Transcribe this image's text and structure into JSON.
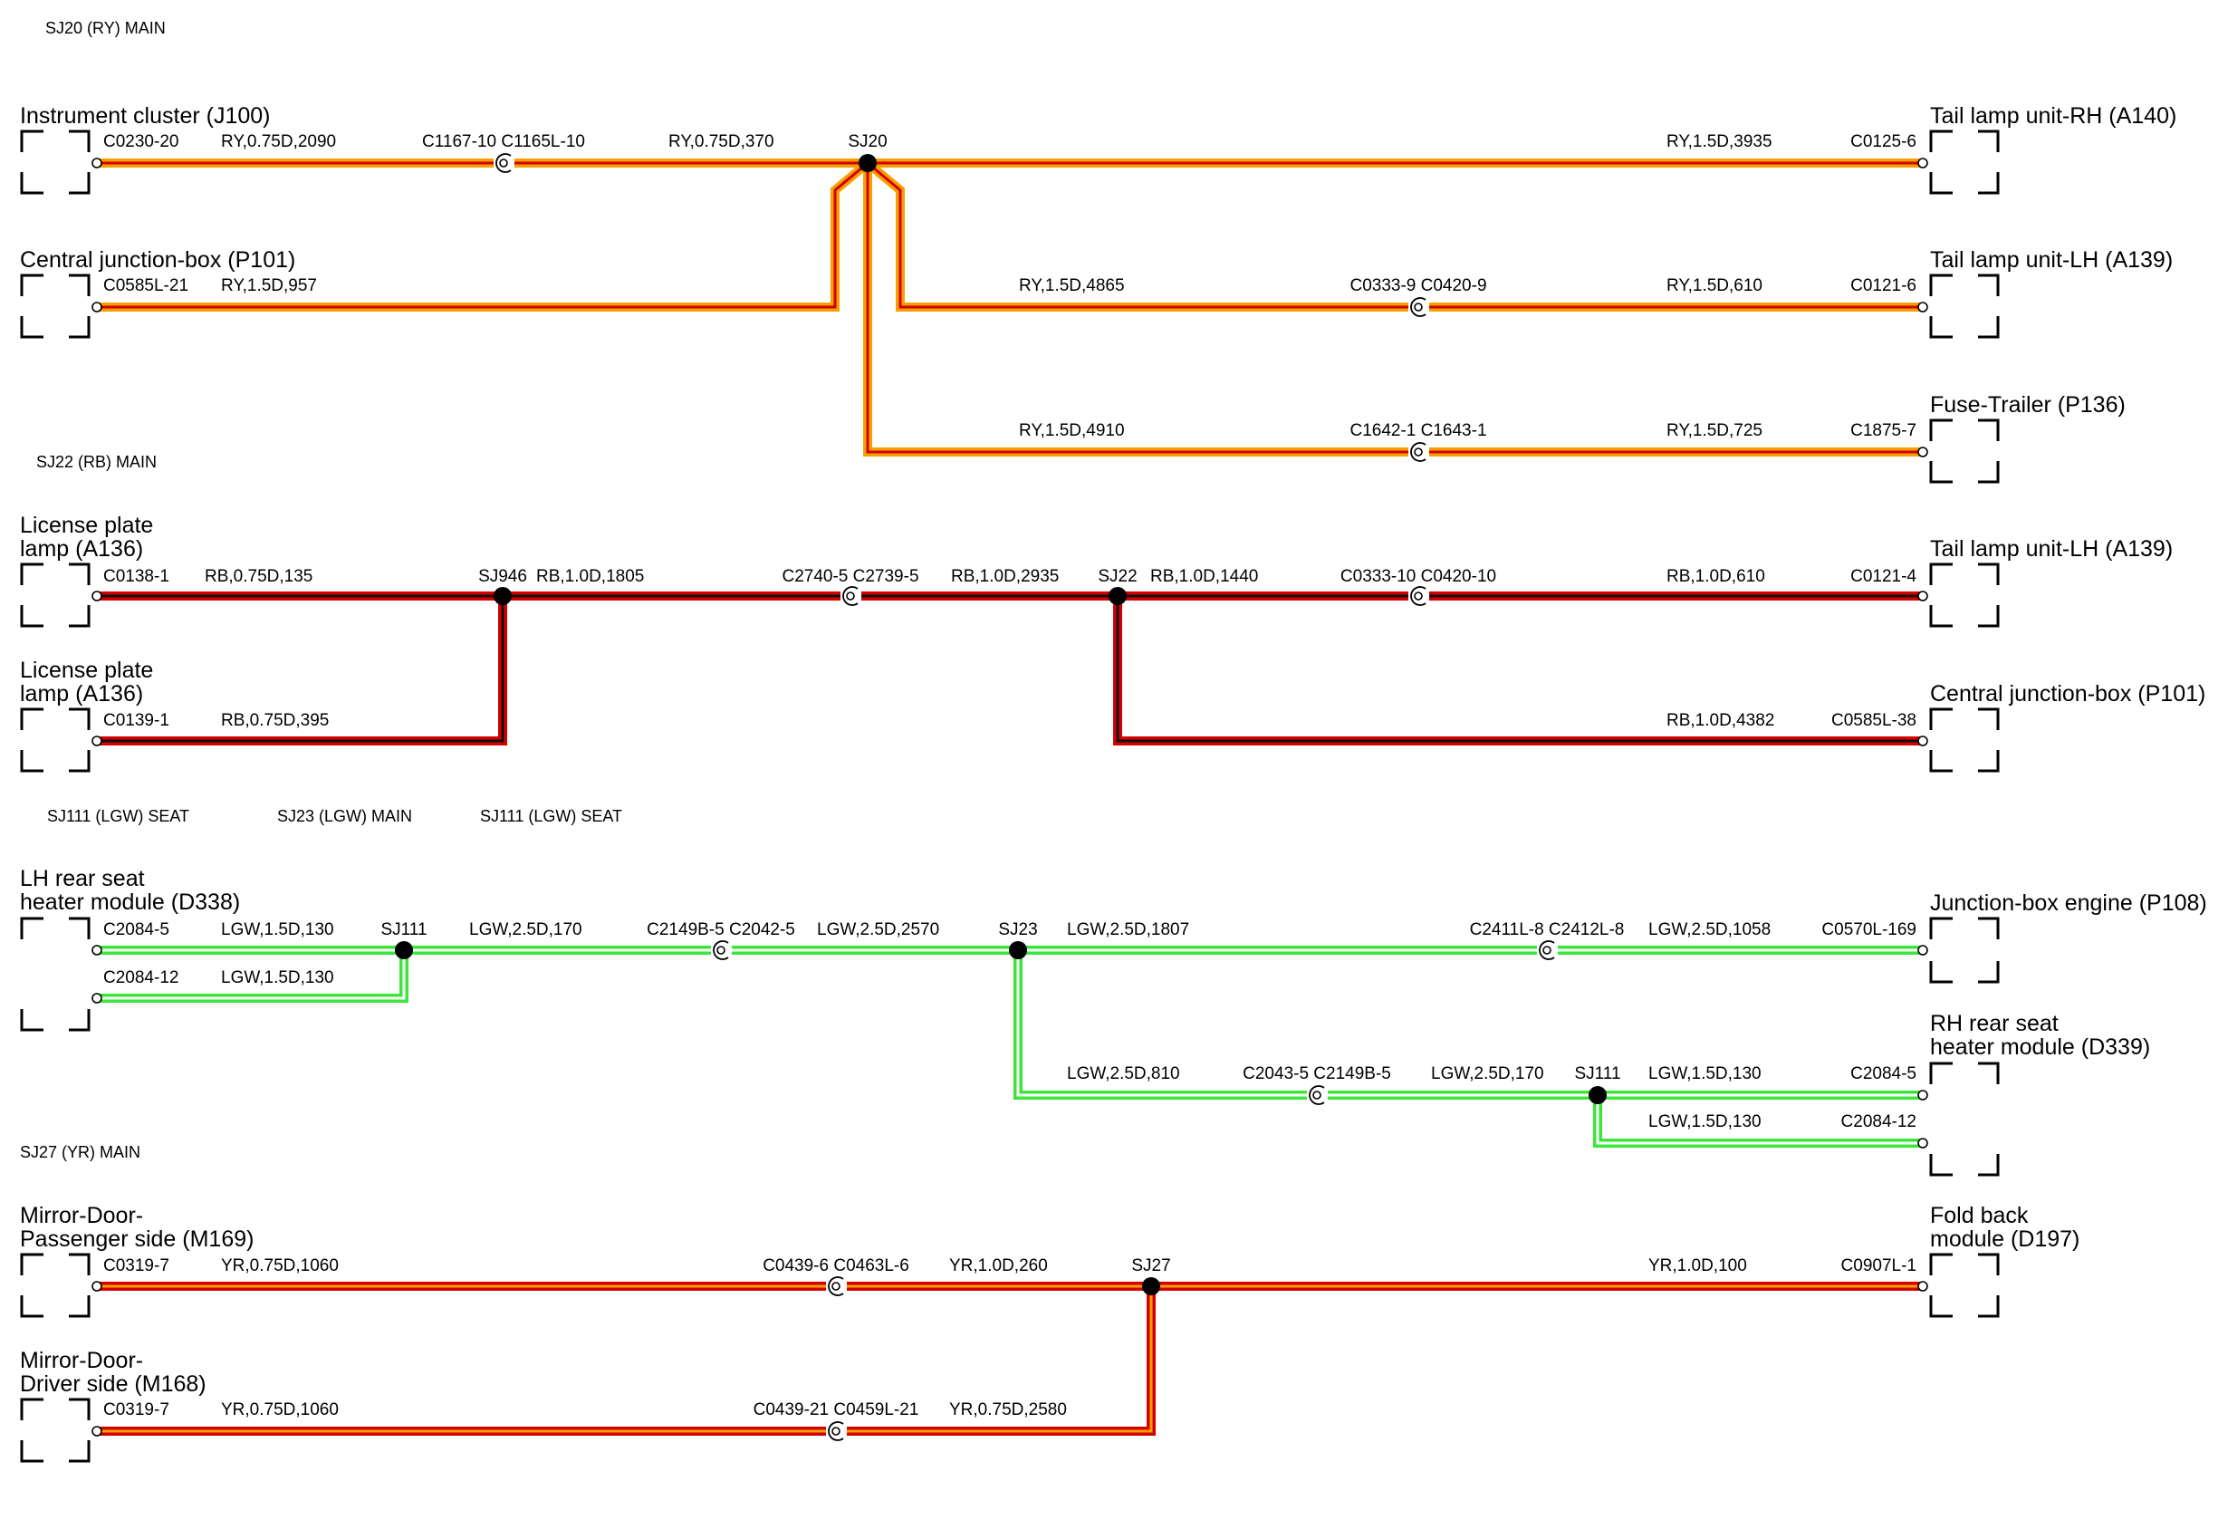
{
  "sections": [
    {
      "id": "ry",
      "label": "SJ20 (RY) MAIN"
    },
    {
      "id": "rb",
      "label": "SJ22 (RB) MAIN"
    },
    {
      "id": "lgw-seat-a",
      "label": "SJ111 (LGW) SEAT"
    },
    {
      "id": "lgw-main",
      "label": "SJ23 (LGW) MAIN"
    },
    {
      "id": "lgw-seat-b",
      "label": "SJ111 (LGW) SEAT"
    },
    {
      "id": "yr",
      "label": "SJ27 (YR) MAIN"
    }
  ],
  "wire_colors": {
    "RY": {
      "outer": "#f5a000",
      "inner": "#d40000"
    },
    "RB": {
      "outer": "#d40000",
      "inner": "#111111"
    },
    "LGW": {
      "outer": "#39e639",
      "inner": "#ffffff"
    },
    "YR": {
      "outer": "#d40000",
      "inner": "#f5a000"
    }
  },
  "components": {
    "ry_left_1": {
      "lines": [
        "Instrument cluster (J100)"
      ]
    },
    "ry_left_2": {
      "lines": [
        "Central junction-box (P101)"
      ]
    },
    "ry_right_1": {
      "lines": [
        "Tail lamp unit-RH (A140)"
      ]
    },
    "ry_right_2": {
      "lines": [
        "Tail lamp unit-LH (A139)"
      ]
    },
    "ry_right_3": {
      "lines": [
        "Fuse-Trailer (P136)"
      ]
    },
    "rb_left_1": {
      "lines": [
        "License plate",
        "lamp (A136)"
      ]
    },
    "rb_left_2": {
      "lines": [
        "License plate",
        "lamp (A136)"
      ]
    },
    "rb_right_1": {
      "lines": [
        "Tail lamp unit-LH (A139)"
      ]
    },
    "rb_right_2": {
      "lines": [
        "Central junction-box (P101)"
      ]
    },
    "lgw_left_1": {
      "lines": [
        "LH rear seat",
        "heater module (D338)"
      ]
    },
    "lgw_right_1": {
      "lines": [
        "Junction-box engine (P108)"
      ]
    },
    "lgw_right_2": {
      "lines": [
        "RH rear seat",
        "heater module (D339)"
      ]
    },
    "yr_left_1": {
      "lines": [
        "Mirror-Door-",
        "Passenger side (M169)"
      ]
    },
    "yr_left_2": {
      "lines": [
        "Mirror-Door-",
        "Driver side (M168)"
      ]
    },
    "yr_right_1": {
      "lines": [
        "Fold back",
        "module (D197)"
      ]
    }
  },
  "splices": [
    "SJ20",
    "SJ946",
    "SJ22",
    "SJ111",
    "SJ23",
    "SJ111",
    "SJ27"
  ],
  "wires": [
    {
      "id": "w-ry-1",
      "color": "RY",
      "spec": "RY,0.75D,2090"
    },
    {
      "id": "w-ry-2",
      "color": "RY",
      "spec": "RY,0.75D,370"
    },
    {
      "id": "w-ry-3",
      "color": "RY",
      "spec": "RY,1.5D,3935"
    },
    {
      "id": "w-ry-4",
      "color": "RY",
      "spec": "RY,1.5D,957"
    },
    {
      "id": "w-ry-5",
      "color": "RY",
      "spec": "RY,1.5D,4865"
    },
    {
      "id": "w-ry-6",
      "color": "RY",
      "spec": "RY,1.5D,610"
    },
    {
      "id": "w-ry-7",
      "color": "RY",
      "spec": "RY,1.5D,4910"
    },
    {
      "id": "w-ry-8",
      "color": "RY",
      "spec": "RY,1.5D,725"
    },
    {
      "id": "w-rb-1",
      "color": "RB",
      "spec": "RB,0.75D,135"
    },
    {
      "id": "w-rb-2",
      "color": "RB",
      "spec": "RB,1.0D,1805"
    },
    {
      "id": "w-rb-3",
      "color": "RB",
      "spec": "RB,1.0D,2935"
    },
    {
      "id": "w-rb-4",
      "color": "RB",
      "spec": "RB,1.0D,1440"
    },
    {
      "id": "w-rb-5",
      "color": "RB",
      "spec": "RB,1.0D,610"
    },
    {
      "id": "w-rb-6",
      "color": "RB",
      "spec": "RB,0.75D,395"
    },
    {
      "id": "w-rb-7",
      "color": "RB",
      "spec": "RB,1.0D,4382"
    },
    {
      "id": "w-lgw-1",
      "color": "LGW",
      "spec": "LGW,1.5D,130"
    },
    {
      "id": "w-lgw-2",
      "color": "LGW",
      "spec": "LGW,2.5D,170"
    },
    {
      "id": "w-lgw-3",
      "color": "LGW",
      "spec": "LGW,2.5D,2570"
    },
    {
      "id": "w-lgw-4",
      "color": "LGW",
      "spec": "LGW,2.5D,1807"
    },
    {
      "id": "w-lgw-5",
      "color": "LGW",
      "spec": "LGW,2.5D,1058"
    },
    {
      "id": "w-lgw-6",
      "color": "LGW",
      "spec": "LGW,1.5D,130"
    },
    {
      "id": "w-lgw-7",
      "color": "LGW",
      "spec": "LGW,2.5D,810"
    },
    {
      "id": "w-lgw-8",
      "color": "LGW",
      "spec": "LGW,2.5D,170"
    },
    {
      "id": "w-lgw-9",
      "color": "LGW",
      "spec": "LGW,1.5D,130"
    },
    {
      "id": "w-lgw-10",
      "color": "LGW",
      "spec": "LGW,1.5D,130"
    },
    {
      "id": "w-yr-1",
      "color": "YR",
      "spec": "YR,0.75D,1060"
    },
    {
      "id": "w-yr-2",
      "color": "YR",
      "spec": "YR,1.0D,260"
    },
    {
      "id": "w-yr-3",
      "color": "YR",
      "spec": "YR,1.0D,100"
    },
    {
      "id": "w-yr-4",
      "color": "YR",
      "spec": "YR,0.75D,1060"
    },
    {
      "id": "w-yr-5",
      "color": "YR",
      "spec": "YR,0.75D,2580"
    }
  ],
  "connector_labels": [
    "C0230-20",
    "C1167-10 C1165L-10",
    "C0125-6",
    "C0585L-21",
    "C0333-9 C0420-9",
    "C0121-6",
    "C1642-1 C1643-1",
    "C1875-7",
    "C0138-1",
    "C2740-5 C2739-5",
    "C0333-10 C0420-10",
    "C0121-4",
    "C0139-1",
    "C0585L-38",
    "C2084-5",
    "C2149B-5 C2042-5",
    "C2411L-8 C2412L-8",
    "C0570L-169",
    "C2084-12",
    "C2043-5 C2149B-5",
    "C2084-5",
    "C2084-12",
    "C0319-7",
    "C0439-6 C0463L-6",
    "C0907L-1",
    "C0319-7",
    "C0439-21 C0459L-21"
  ]
}
